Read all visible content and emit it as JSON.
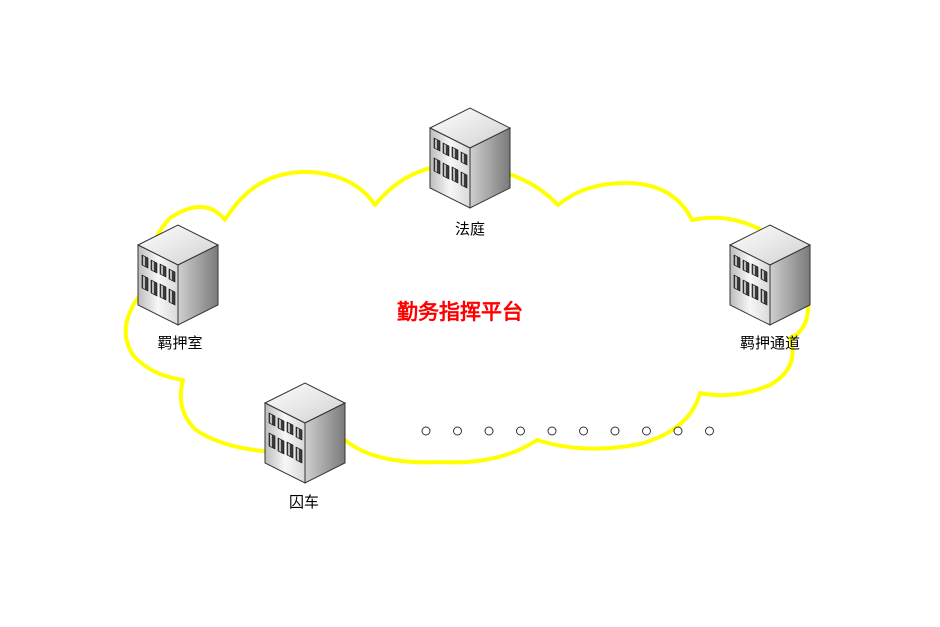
{
  "diagram": {
    "title": "勤务指挥平台",
    "nodes": [
      {
        "id": "court",
        "label": "法庭",
        "icon": "building-icon"
      },
      {
        "id": "detention-room",
        "label": "羁押室",
        "icon": "building-icon"
      },
      {
        "id": "detention-passage",
        "label": "羁押通道",
        "icon": "building-icon"
      },
      {
        "id": "prison-van",
        "label": "囚车",
        "icon": "building-icon"
      }
    ],
    "ellipsis_dot_count": 10
  },
  "colors": {
    "cloud_outline": "#ffff00",
    "title": "#ff0000",
    "building_front": "#e6e6e6",
    "building_side": "#8c8c8c",
    "building_top": "#f2f2f2",
    "window": "#555555"
  }
}
